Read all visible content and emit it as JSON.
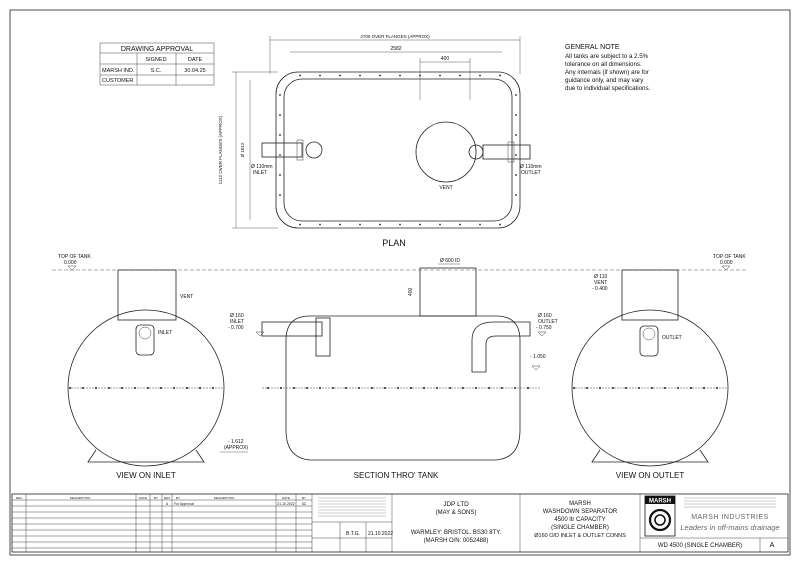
{
  "approval": {
    "title": "DRAWING APPROVAL",
    "col_signed": "SIGNED",
    "col_date": "DATE",
    "row1_label": "MARSH IND.",
    "row1_signed": "S.C.",
    "row1_date": "30.04.25",
    "row2_label": "CUSTOMER"
  },
  "note": {
    "title": "GENERAL NOTE",
    "lines": [
      "All tanks are subject to a 2.5%",
      "tolerance on all dimensions.",
      "Any internals (if shown) are for",
      "guidance only, and may vary",
      "due to individual specifications."
    ]
  },
  "plan": {
    "title": "PLAN",
    "dim_overall": "2700 OVER FLANGES (APPROX)",
    "dim_body": "2582",
    "dim_vent": "400",
    "dim_width": "1112 OVER FLANGES (APPROX)",
    "dim_dia": "Ø 1012",
    "inlet_1": "Ø 110mm",
    "inlet_2": "INLET",
    "outlet_1": "Ø 110mm",
    "outlet_2": "OUTLET",
    "vent": "VENT"
  },
  "views": {
    "inlet_title": "VIEW ON INLET",
    "section_title": "SECTION THRO' TANK",
    "outlet_title": "VIEW ON OUTLET",
    "top_left_1": "TOP OF TANK",
    "top_left_2": "0.000",
    "top_right_1": "TOP OF TANK",
    "top_right_2": "0.000",
    "vent_label": "VENT",
    "inlet_label": "INLET",
    "outlet_label": "OUTLET",
    "turret_dia": "Ø 600 ID",
    "turret_h": "400",
    "sec_inlet_1": "Ø 160",
    "sec_inlet_2": "INLET",
    "sec_inlet_3": "- 0.700",
    "sec_outlet_1": "Ø 160",
    "sec_outlet_2": "OUTLET",
    "sec_outlet_3": "- 0.750",
    "sec_low": "- 1.050",
    "base_1": "- 1.612",
    "base_2": "(APPROX)",
    "right_vent_1": "Ø 110",
    "right_vent_2": "VENT",
    "right_vent_3": "- 0.400"
  },
  "title_block": {
    "rev_headers": [
      "REV",
      "DESCRIPTION",
      "DATE",
      "BY",
      "REV",
      "BY",
      "DESCRIPTION",
      "DATE",
      "BY"
    ],
    "rev_row": [
      "A",
      "For Approval",
      "21.10.2022",
      "SC"
    ],
    "company_1": "JDP LTD",
    "company_2": "(MAY & SONS)",
    "location": "WARMLEY: BRISTOL. BS30 8TY.",
    "order": "(MARSH O/N: 0052488)",
    "project_1": "MARSH",
    "project_2": "WASHDOWN SEPARATOR",
    "project_3": "4500 ltr CAPACITY",
    "project_4": "(SINGLE CHAMBER)",
    "project_5": "Ø160 O/D INLET & OUTLET CONNS",
    "drawn_by": "B.T.G.",
    "drawn_date": "21.10.2022",
    "drawing_no": "WD 4500 (SINGLE CHAMBER)",
    "revision": "A",
    "brand": "MARSH",
    "brand_name": "MARSH INDUSTRIES",
    "tagline": "Leaders in off-mains drainage"
  }
}
